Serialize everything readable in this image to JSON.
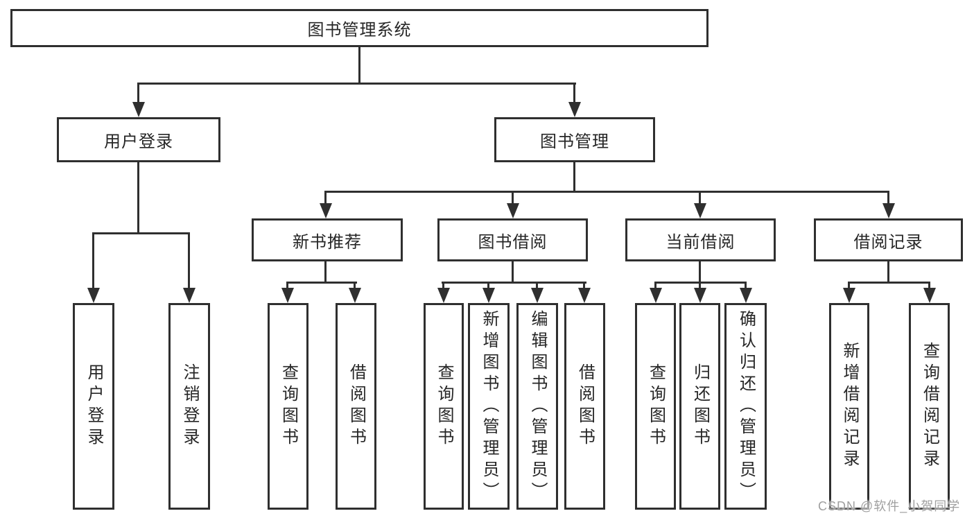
{
  "palette": {
    "line_color": "#2f2f2f",
    "text_color": "#262626",
    "background_color": "#ffffff",
    "watermark_color": "#9f9f9f"
  },
  "diagram": {
    "root": {
      "label": "图书管理系统"
    },
    "level2": [
      {
        "label": "用户登录"
      },
      {
        "label": "图书管理"
      }
    ],
    "level3": [
      {
        "label": "新书推荐"
      },
      {
        "label": "图书借阅"
      },
      {
        "label": "当前借阅"
      },
      {
        "label": "借阅记录"
      }
    ],
    "leaves": {
      "user_login": [
        "用户登录",
        "注销登录"
      ],
      "new_book_recommend": [
        "查询图书",
        "借阅图书"
      ],
      "book_borrow": [
        "查询图书",
        "新增图书（管理员）",
        "编辑图书（管理员）",
        "借阅图书"
      ],
      "current_borrow": [
        "查询图书",
        "归还图书",
        "确认归还（管理员）"
      ],
      "borrow_records": [
        "新增借阅记录",
        "查询借阅记录"
      ]
    }
  },
  "watermark": {
    "text": "CSDN @软件_小贺同学"
  }
}
